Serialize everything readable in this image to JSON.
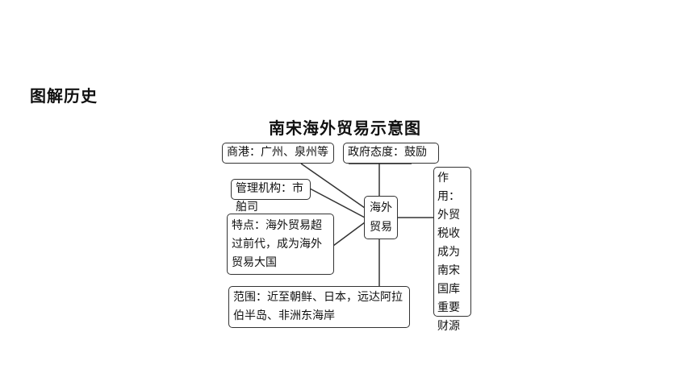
{
  "section_heading": "图解历史",
  "diagram": {
    "title": "南宋海外贸易示意图",
    "center": "海外贸易",
    "nodes": {
      "ports": "商港：广州、泉州等",
      "government_attitude": "政府态度：鼓励",
      "management_agency": "管理机构：市舶司",
      "features": "特点：海外贸易超过前代，成为海外贸易大国",
      "scope": "范围：近至朝鲜、日本，远达阿拉伯半岛、非洲东海岸",
      "effect": "作用：外贸税收成为南宋国库重要财源"
    }
  }
}
